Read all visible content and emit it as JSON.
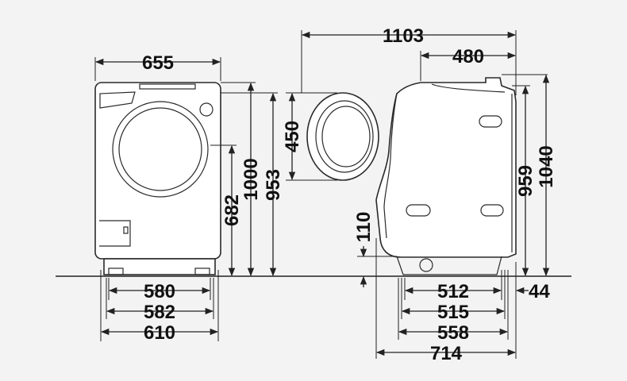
{
  "front_view": {
    "width_overall": "655",
    "height_overall": "1000",
    "height_body": "953",
    "height_door": "682",
    "foot_inner": "580",
    "foot_mid": "582",
    "foot_outer": "610"
  },
  "door_view": {
    "door_diameter": "450"
  },
  "side_view": {
    "depth_door_open": "1103",
    "depth_top": "480",
    "height_overall": "1040",
    "height_body": "959",
    "base_clearance": "110",
    "rear_offset": "44",
    "base_512": "512",
    "base_515": "515",
    "base_558": "558",
    "depth_overall": "714"
  }
}
